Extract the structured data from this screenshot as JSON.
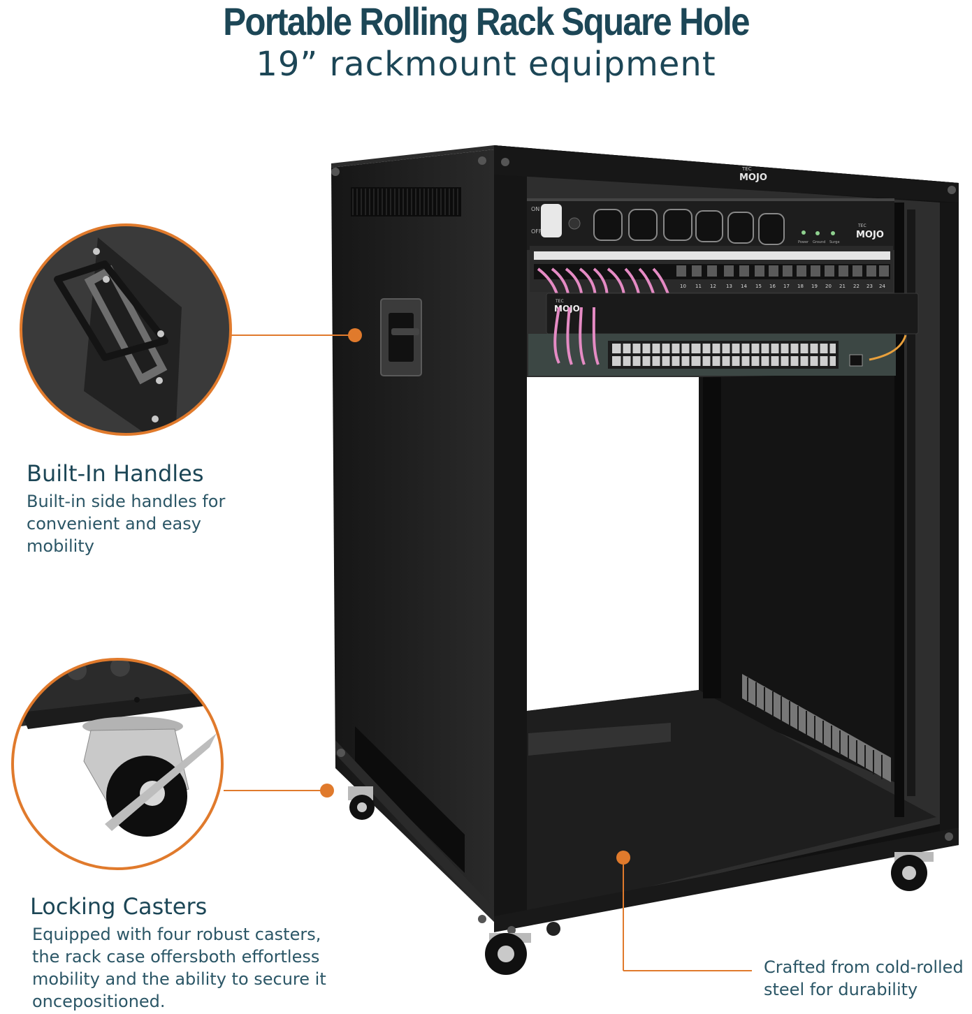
{
  "header": {
    "title": "Portable Rolling Rack Square Hole",
    "subtitle": "19” rackmount equipment"
  },
  "features": [
    {
      "title": "Built-In Handles",
      "description": "Built-in side handles for convenient and easy mobility"
    },
    {
      "title": "Locking Casters",
      "description": "Equipped with four robust casters, the rack case offersboth effortless mobility and the ability to secure it oncepositioned."
    },
    {
      "description": "Crafted from cold-rolled steel for durability"
    }
  ],
  "product": {
    "brand_logo_text": "MOJO",
    "brand_logo_small": "TEC",
    "pdu_switch_on": "ON",
    "pdu_switch_off": "OFF",
    "pdu_indicators": [
      "Power",
      "Ground",
      "Surge"
    ],
    "patch_port_numbers": [
      "10",
      "11",
      "12",
      "13",
      "14",
      "15",
      "16",
      "17",
      "18",
      "19",
      "20",
      "21",
      "22",
      "23",
      "24"
    ]
  },
  "colors": {
    "title": "#1c4656",
    "accent_orange": "#e07a2c",
    "rack_black": "#1b1b1b"
  }
}
